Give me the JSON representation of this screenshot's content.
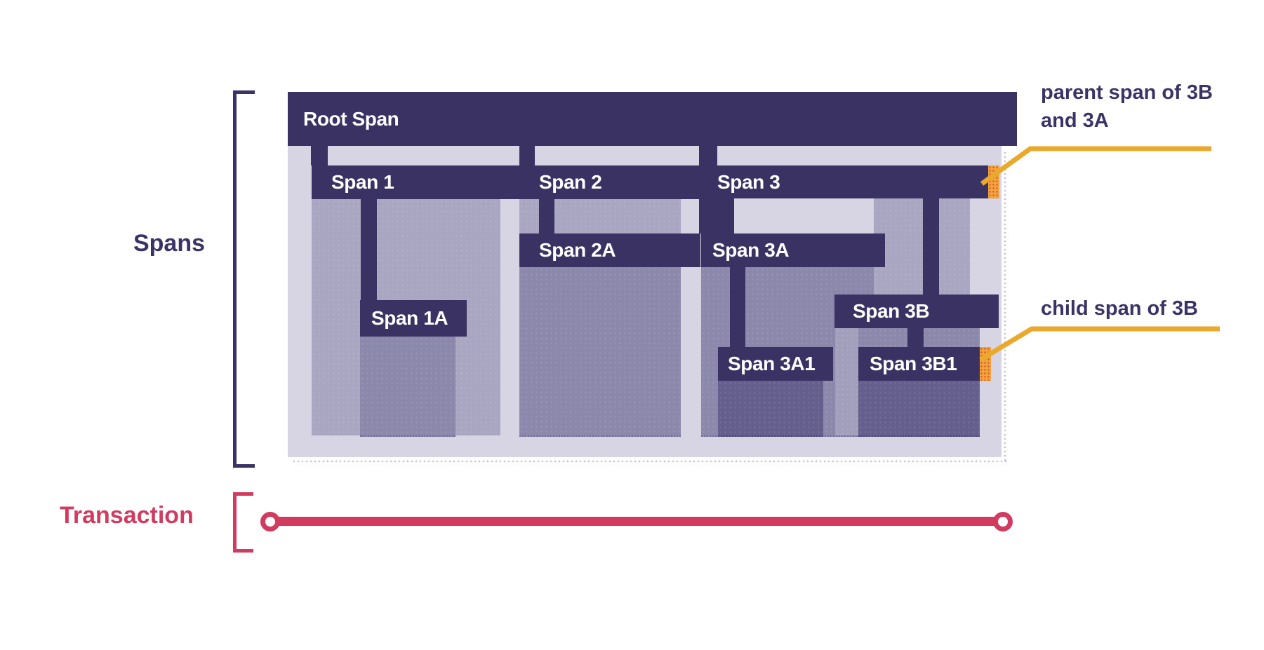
{
  "side_labels": {
    "spans": "Spans",
    "transaction": "Transaction"
  },
  "spans": {
    "root": "Root Span",
    "s1": "Span 1",
    "s1a": "Span 1A",
    "s2": "Span 2",
    "s2a": "Span 2A",
    "s3": "Span 3",
    "s3a": "Span 3A",
    "s3a1": "Span 3A1",
    "s3b": "Span 3B",
    "s3b1": "Span 3B1"
  },
  "annotations": {
    "parent_span": "parent span of 3B and 3A",
    "child_span": "child span of 3B"
  },
  "colors": {
    "span_dark_purple": "#3a3262",
    "container_lavender": "#d7d5e3",
    "body_level1": "#a9a6c1",
    "body_level2": "#8b88ab",
    "body_level3": "#645f8d",
    "marker_orange": "#f2a43c",
    "marker_dot_red": "#d84b33",
    "callout_yellow": "#e9a92d",
    "transaction_red": "#d13b60",
    "label_purple": "#3b3365"
  }
}
